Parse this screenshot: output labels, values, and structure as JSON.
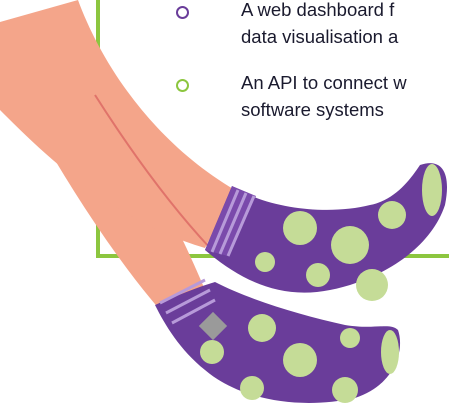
{
  "features": [
    {
      "line1": "A web dashboard f",
      "line2": "data visualisation a",
      "bullet_color": "#6a3d9a",
      "bullet_icon": "circle-outline-icon"
    },
    {
      "line1": "An API to connect w",
      "line2": "software systems",
      "bullet_color": "#8cc63f",
      "bullet_icon": "circle-outline-icon"
    }
  ],
  "colors": {
    "frame": "#8cc63f",
    "skin": "#f4a58a",
    "sock_purple": "#6a3d9a",
    "sock_dots": "#c5dc97",
    "sock_stripes": "#b79ad9",
    "patch": "#9a9a9a"
  },
  "illustration": {
    "subject": "two-legs-with-polka-dot-socks"
  }
}
